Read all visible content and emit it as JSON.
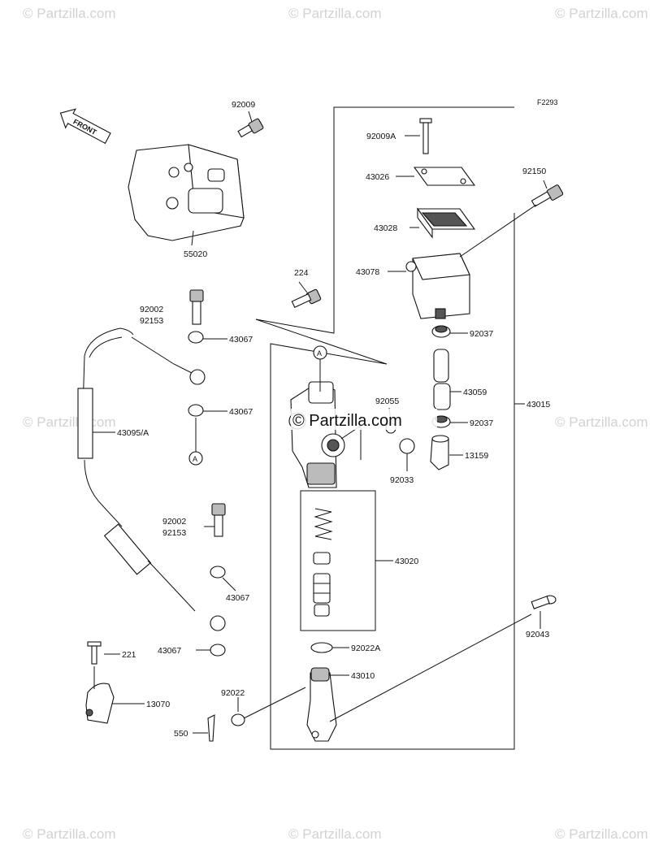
{
  "diagram_code": "F2293",
  "front_label": "FRONT",
  "watermarks": {
    "corner": "© Partzilla.com",
    "center": "© Partzilla.com"
  },
  "parts": {
    "p92009": "92009",
    "p55020": "55020",
    "p224": "224",
    "p92002_a": "92002",
    "p92153_a": "92153",
    "p43067_a": "43067",
    "p43067_b": "43067",
    "p43095a": "43095/A",
    "p92002_b": "92002",
    "p92153_b": "92153",
    "p43067_c": "43067",
    "p43067_d": "43067",
    "p221": "221",
    "p13070": "13070",
    "p550": "550",
    "p92022": "92022",
    "p92009a": "92009A",
    "p43026": "43026",
    "p43028": "43028",
    "p43078": "43078",
    "p92150": "92150",
    "p92037_a": "92037",
    "p43059": "43059",
    "p92037_b": "92037",
    "p43015": "43015",
    "p92055": "92055",
    "p13159": "13159",
    "p92033": "92033",
    "p43020": "43020",
    "p92022a": "92022A",
    "p43010": "43010",
    "p92043": "92043"
  },
  "callouts": {
    "a1": "A",
    "a2": "A"
  }
}
